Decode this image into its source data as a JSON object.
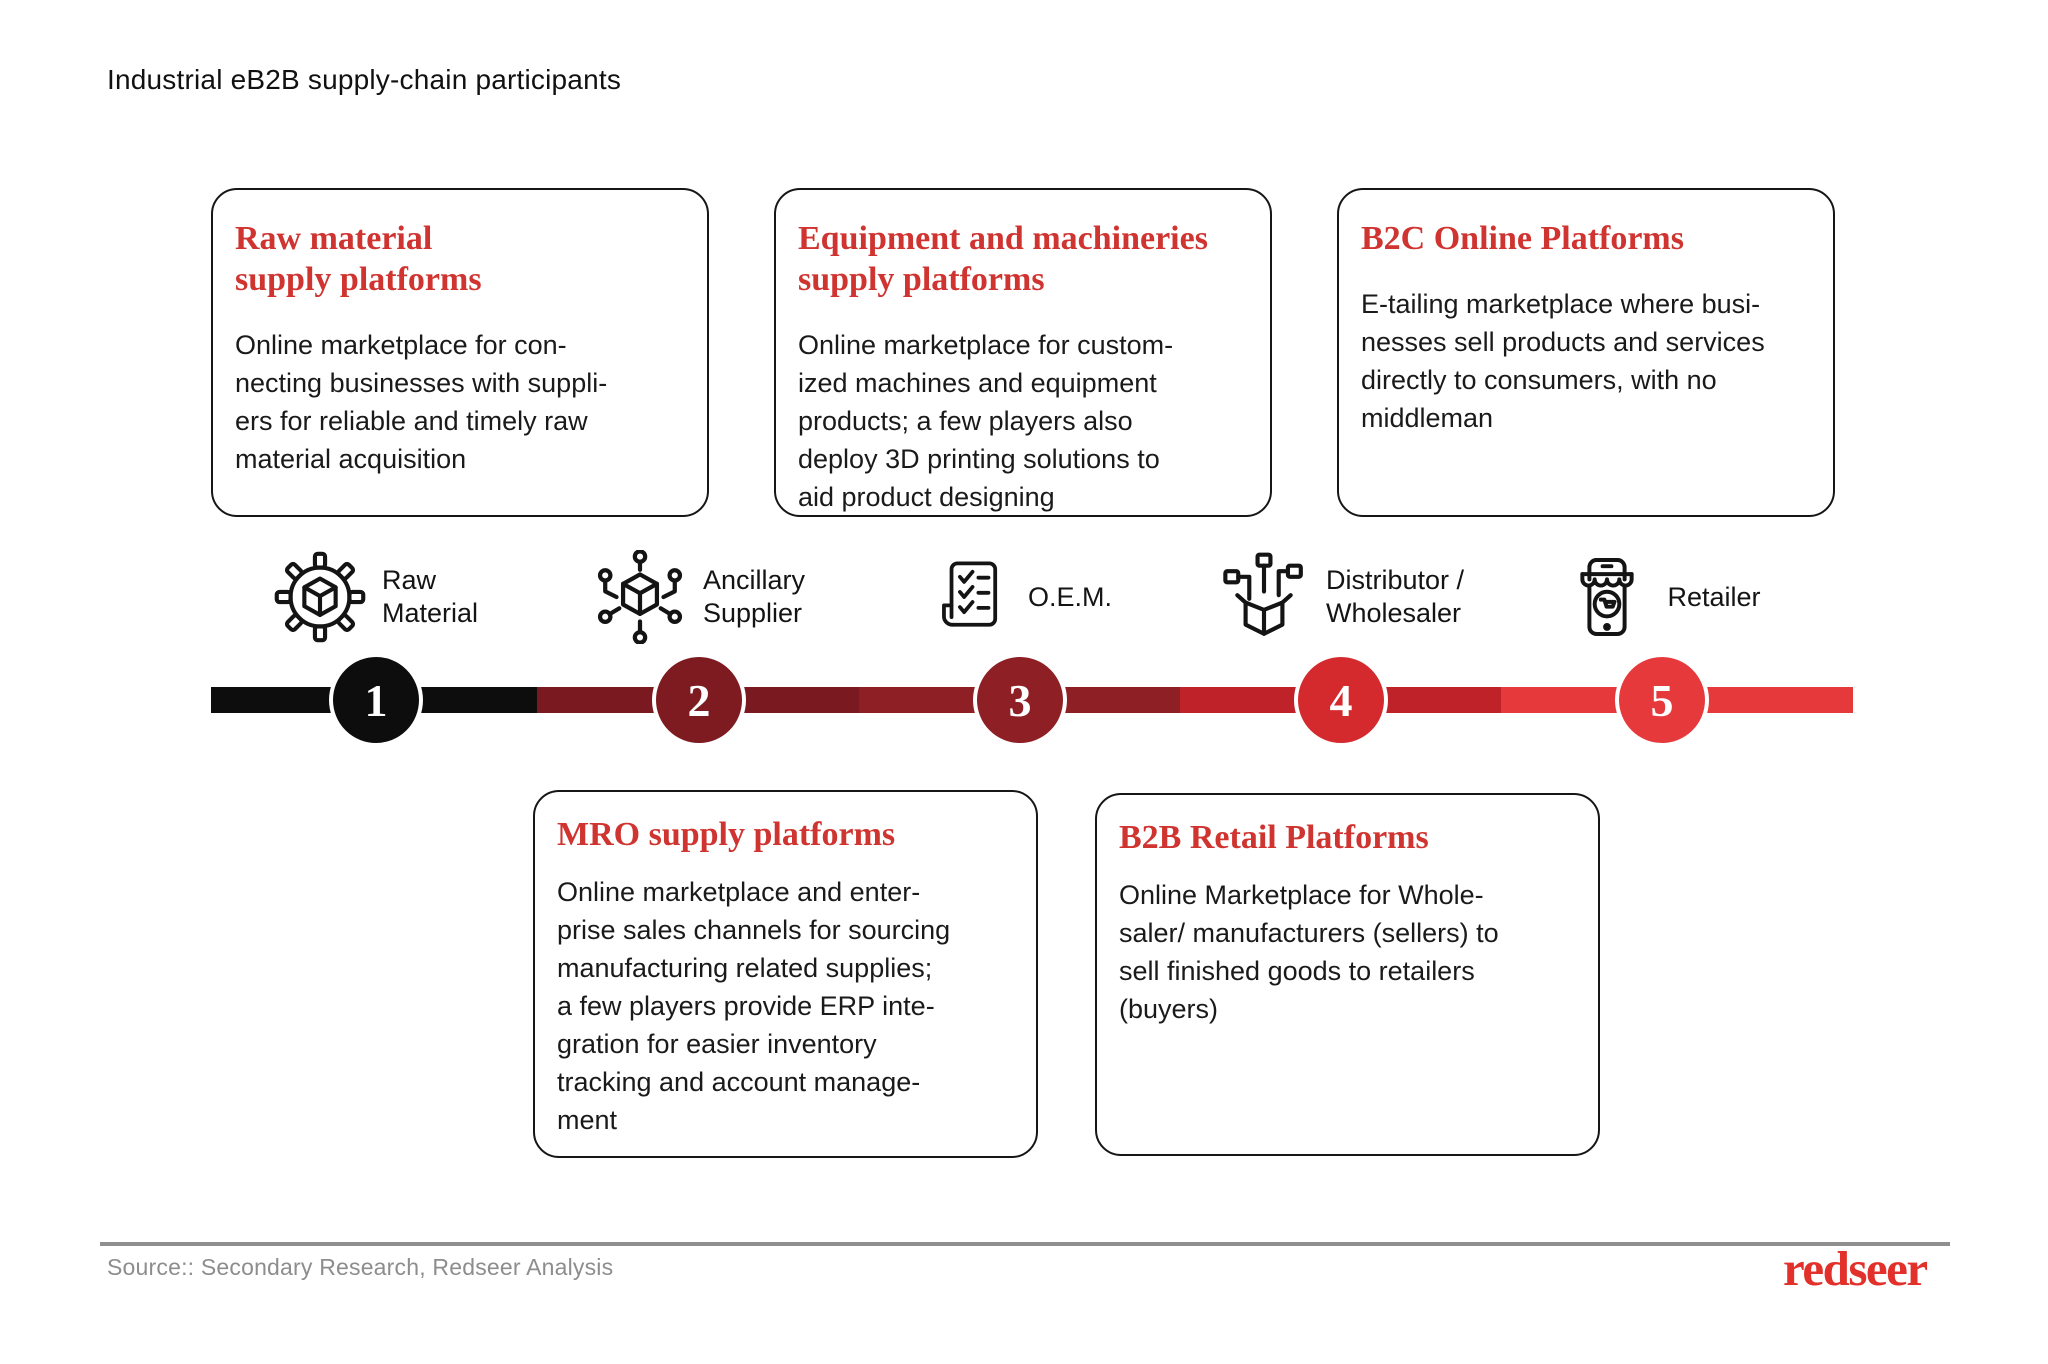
{
  "title": "Industrial eB2B supply-chain participants",
  "colors": {
    "heading_red": "#cf3430",
    "logo_red": "#e2312a",
    "text_dark": "#1a1a1a",
    "muted_gray": "#8d8d8d",
    "box_border": "#161616"
  },
  "top_boxes": [
    {
      "heading": "Raw material\nsupply platforms",
      "body": "Online marketplace for con-\nnecting businesses with suppli-\ners for reliable and timely raw\nmaterial acquisition"
    },
    {
      "heading": "Equipment and machineries\nsupply platforms",
      "body": "Online marketplace for custom-\nized machines and equipment\nproducts; a few players also\ndeploy 3D printing solutions to\naid product designing"
    },
    {
      "heading": "B2C Online Platforms",
      "body": "E-tailing marketplace where busi-\nnesses sell products and services\ndirectly to consumers, with no\nmiddleman"
    }
  ],
  "timeline": {
    "stations": [
      {
        "number": "1",
        "label": "Raw\nMaterial",
        "icon": "gear-cube-icon",
        "circle_color": "#0d0d0d",
        "segment_color": "#0d0d0d"
      },
      {
        "number": "2",
        "label": "Ancillary\nSupplier",
        "icon": "network-cube-icon",
        "circle_color": "#7d1b21",
        "segment_color": "#7a1a20"
      },
      {
        "number": "3",
        "label": "O.E.M.",
        "icon": "checklist-icon",
        "circle_color": "#8e1f24",
        "segment_color": "#8e1f24"
      },
      {
        "number": "4",
        "label": "Distributor /\nWholesaler",
        "icon": "distribution-box-icon",
        "circle_color": "#d42a2e",
        "segment_color": "#bf2329"
      },
      {
        "number": "5",
        "label": "Retailer",
        "icon": "mobile-store-icon",
        "circle_color": "#e6393c",
        "segment_color": "#e6393c"
      }
    ]
  },
  "bottom_boxes": [
    {
      "heading": "MRO supply platforms",
      "body": "Online marketplace and enter-\nprise sales channels for sourcing\nmanufacturing related supplies;\na few players provide ERP inte-\ngration for easier inventory\ntracking and account manage-\nment"
    },
    {
      "heading": "B2B Retail Platforms",
      "body": "Online Marketplace for Whole-\nsaler/ manufacturers (sellers) to\nsell finished goods to retailers\n(buyers)"
    }
  ],
  "footer": {
    "source": "Source:: Secondary Research, Redseer Analysis",
    "logo": "redseer"
  }
}
